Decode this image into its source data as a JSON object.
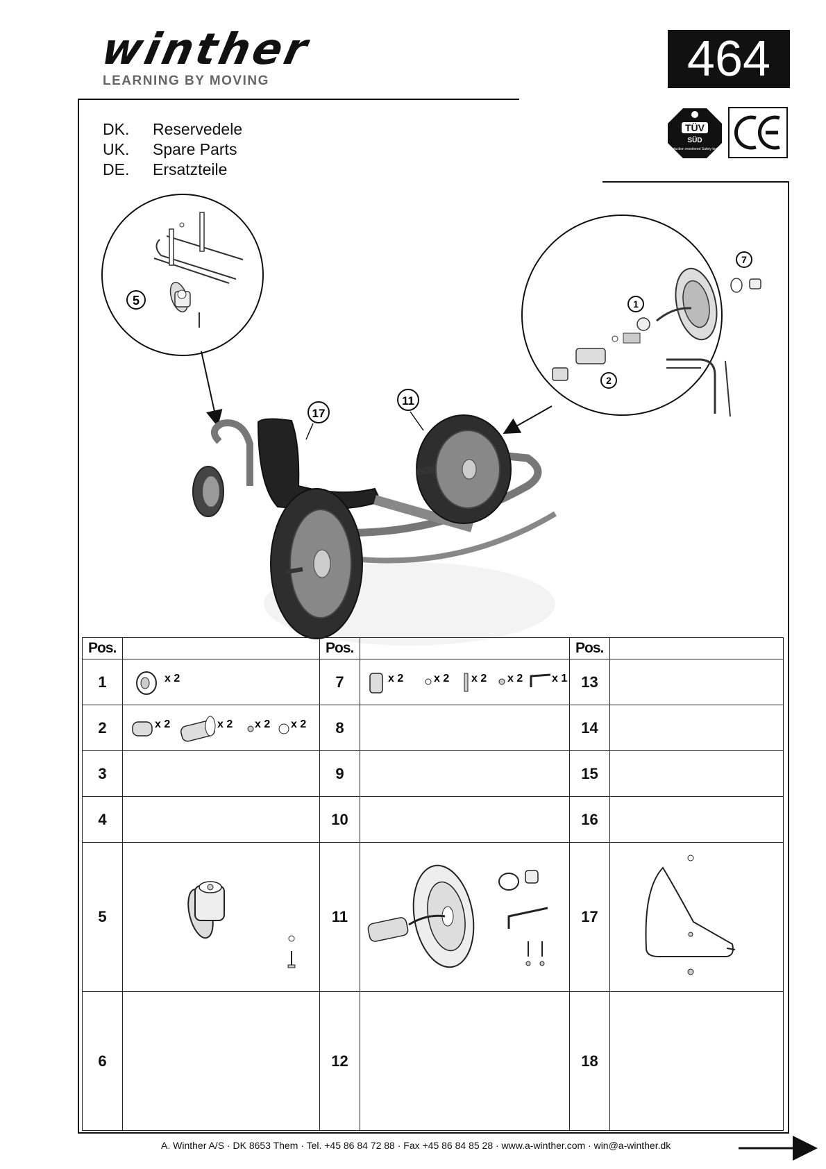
{
  "brand": {
    "name": "winther",
    "tagline": "LEARNING BY MOVING"
  },
  "model_number": "464",
  "certifications": {
    "tuv_text": "TÜV",
    "tuv_sub": "SÜD",
    "tuv_caption": "Production monitored Safety tested",
    "ce_mark": "CE"
  },
  "languages": [
    {
      "code": "DK.",
      "title": "Reservedele"
    },
    {
      "code": "UK.",
      "title": "Spare Parts"
    },
    {
      "code": "DE.",
      "title": "Ersatzteile"
    }
  ],
  "callouts": {
    "c1": "1",
    "c2": "2",
    "c5": "5",
    "c7": "7",
    "c11": "11",
    "c17": "17"
  },
  "table": {
    "header": "Pos.",
    "rows": [
      [
        "1",
        "7",
        "13"
      ],
      [
        "2",
        "8",
        "14"
      ],
      [
        "3",
        "9",
        "15"
      ],
      [
        "4",
        "10",
        "16"
      ],
      [
        "5",
        "11",
        "17"
      ],
      [
        "6",
        "12",
        "18"
      ]
    ],
    "qty": {
      "pos1": "x 2",
      "pos2_a": "x 2",
      "pos2_b": "x 2",
      "pos2_c": "x 2",
      "pos2_d": "x 2",
      "pos7_a": "x 2",
      "pos7_b": "x 2",
      "pos7_c": "x 2",
      "pos7_d": "x 2",
      "pos7_e": "x 1"
    }
  },
  "footer": "A. Winther A/S · DK 8653 Them · Tel. +45 86 84 72 88 · Fax +45 86 84 85 28 · www.a-winther.com · win@a-winther.dk"
}
